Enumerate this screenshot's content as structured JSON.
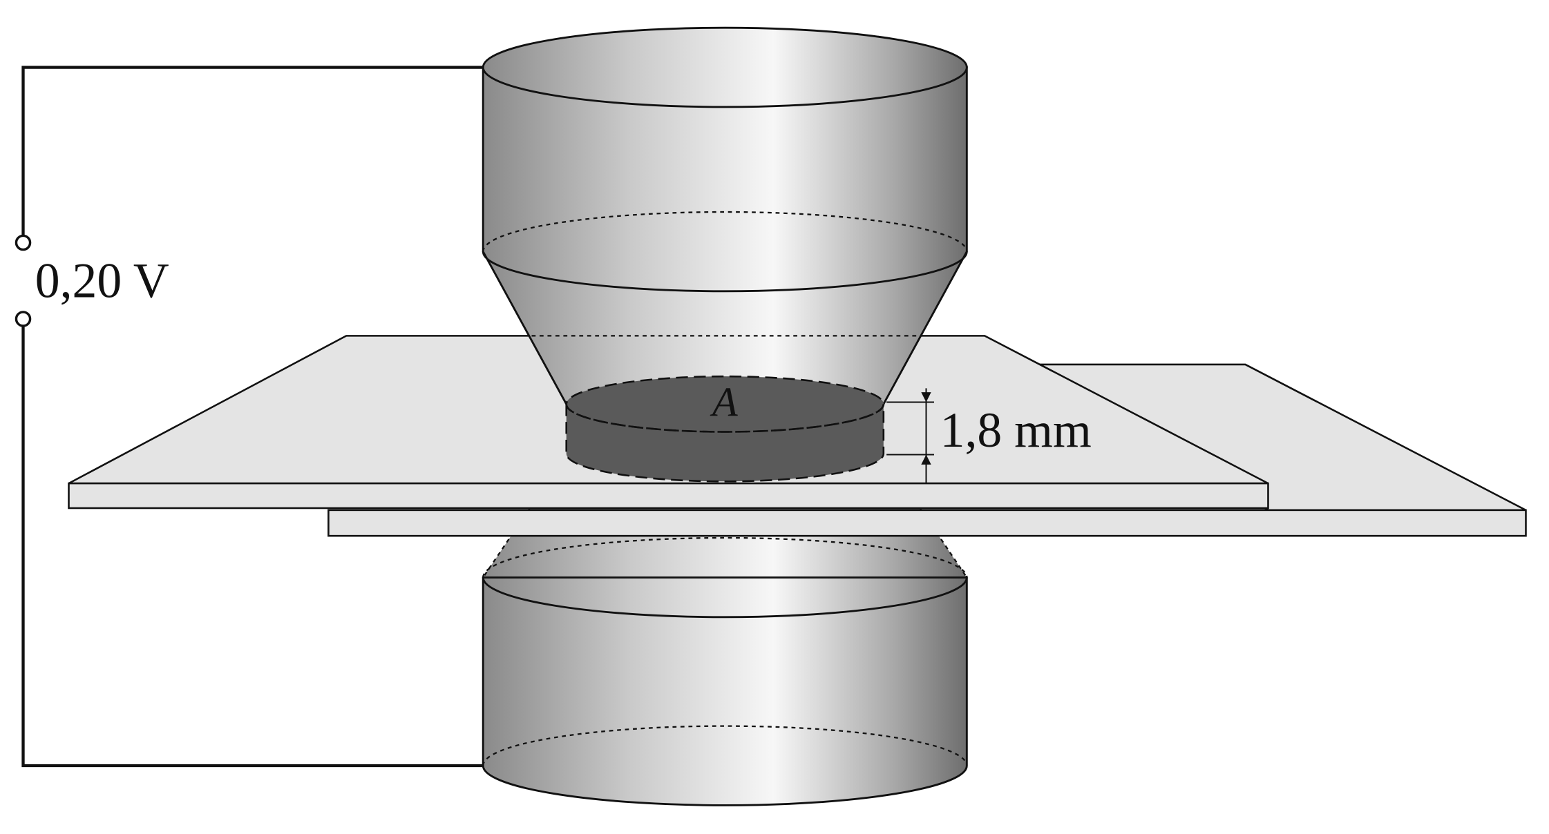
{
  "voltage_label": "0,20 V",
  "area_label": "A",
  "thickness_label": "1,8 mm",
  "colors": {
    "outline": "#111111",
    "plate_fill": "#e4e4e4",
    "weld_nugget": "#5a5a5a",
    "electrode_dark": "#7a7a7a",
    "electrode_light": "#f6f6f6"
  }
}
